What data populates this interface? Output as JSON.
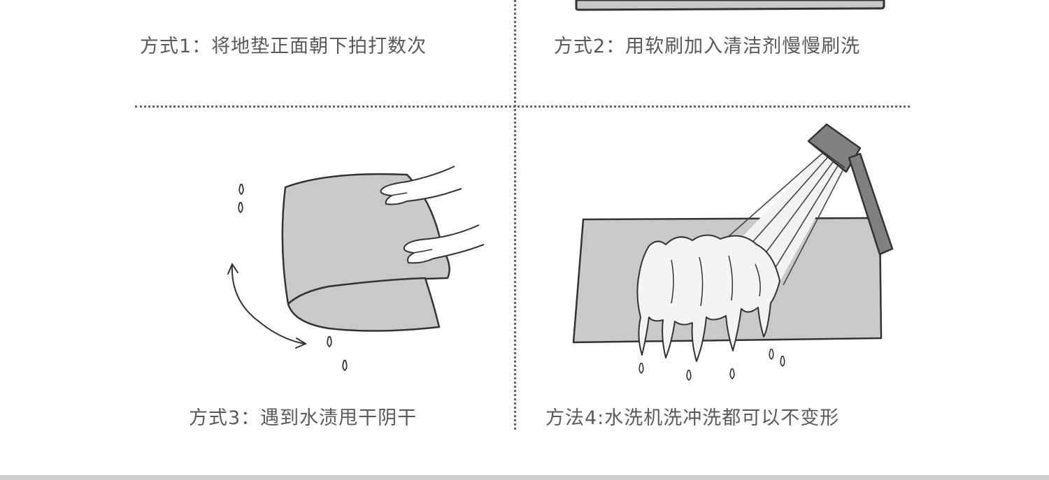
{
  "captions": {
    "method1": "方式1：将地垫正面朝下拍打数次",
    "method2": "方式2：用软刷加入清洁剂慢慢刷洗",
    "method3": "方式3：遇到水渍甩干阴干",
    "method4": "方法4:水洗机洗冲洗都可以不变形"
  },
  "colors": {
    "mat_fill": "#c9c9c9",
    "line": "#333333",
    "water": "#f4f4f4",
    "showerhead": "#808080",
    "divider": "#666666"
  },
  "icons": {
    "panel1": "mat-partial-illustration",
    "panel3": "hands-shaking-mat-illustration",
    "panel4": "shower-rinsing-mat-illustration"
  }
}
